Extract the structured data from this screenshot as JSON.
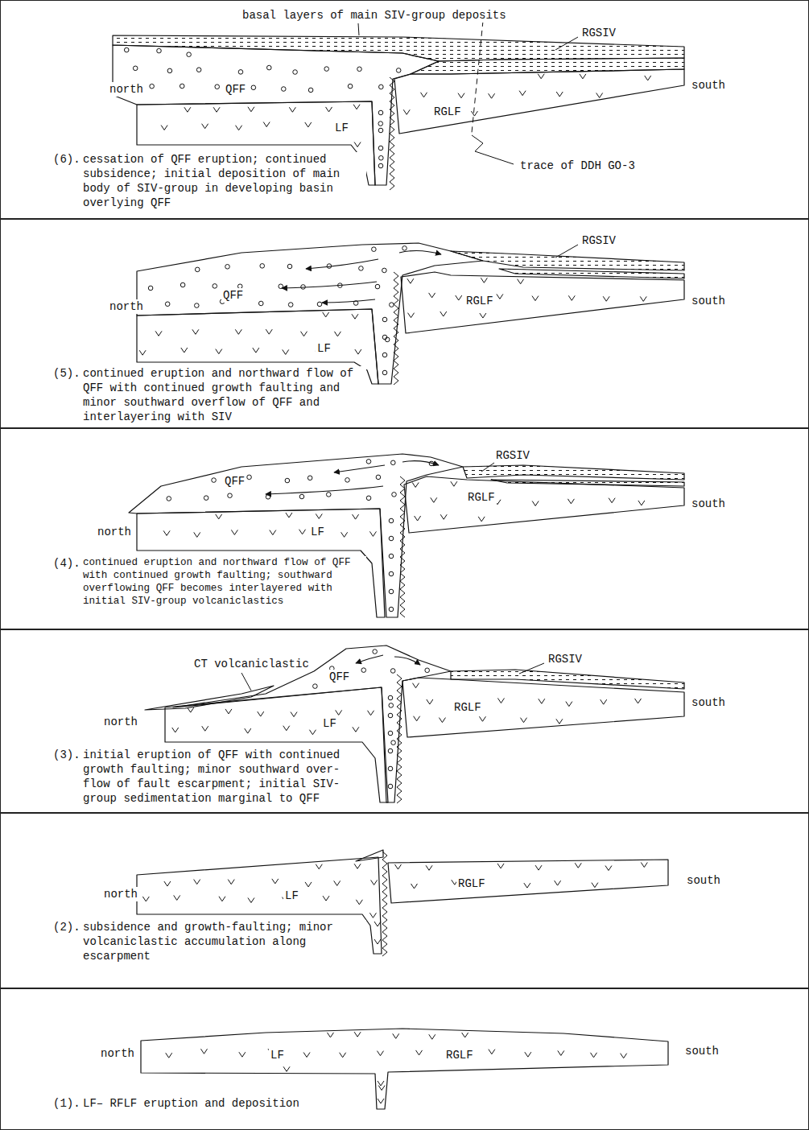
{
  "diagram": {
    "nodes": [
      {
        "text": [
          "basal layers of main SIV-group deposits",
          "RGSIV",
          "north",
          "QFF",
          "south",
          "RGLF",
          "LF",
          "(6).",
          "cessation of QFF eruption; continued subsidence; initial deposition of main body of SIV-group in developing basin overlying QFF",
          "trace of DDH GO-3"
        ]
      },
      {
        "text": [
          "RGSIV",
          "QFF",
          "north",
          "RGLF",
          "south",
          "LF",
          "(5).",
          "continued eruption and northward flow of QFF with continued growth faulting and minor southward overflow of QFF and interlayering with SIV"
        ]
      },
      {
        "text": [
          "RGSIV",
          "QFF",
          "RGLF",
          "south",
          "north",
          "LF",
          "(4).",
          "continued eruption and northward flow of QFF with continued growth faulting; southward overflowing QFF becomes interlayered with initial SIV-group volcaniclastics"
        ]
      },
      {
        "text": [
          "CT volcaniclastic",
          "RGSIV",
          "QFF",
          "south",
          "RGLF",
          "north",
          "LF",
          "(3).",
          "initial eruption of QFF with continued growth faulting; minor southward over- flow of fault escarpment; initial SIV-group sedimentation marginal to QFF"
        ]
      },
      {
        "text": [
          "south",
          "RGLF",
          "north",
          "LF",
          "(2).",
          "subsidence and growth-faulting; minor volcaniclastic accumulation along escarpment"
        ]
      },
      {
        "text": [
          "north",
          "LF",
          "RGLF",
          "south",
          "(1).",
          "LF– RFLF eruption and deposition"
        ]
      }
    ]
  }
}
